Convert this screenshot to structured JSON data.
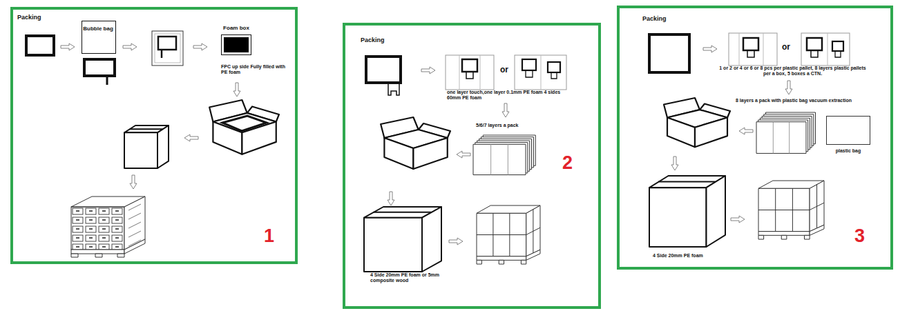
{
  "diagram": {
    "nodes": [
      {
        "text": [
          "Packing",
          "FPC up side Fully filled with PE foam",
          "1"
        ]
      },
      {
        "text": [
          "Bubble bag"
        ],
        "in": 0
      },
      {
        "text": [
          "Foam box"
        ],
        "in": 0
      },
      {
        "text": [
          "Packing",
          "or",
          "one layer touch,one layer 0.1mm PE foam 4 sides 60mm PE foam",
          "5/6/7 layers a pack",
          "4 Side 20mm PE foam or 5mm composite wood",
          "2"
        ]
      },
      {
        "text": [
          "Packing",
          "or",
          "1 or 2 or 4 or 6 or 8 pcs per plastic pallet, 8 layers plastic pallets per a box, 5 boxes a CTN.",
          "8 layers a pack with plastic bag vacuum extraction",
          "4 Side 20mm PE foam",
          "3"
        ]
      },
      {
        "text": [
          "plastic bag"
        ],
        "in": 4
      }
    ]
  }
}
